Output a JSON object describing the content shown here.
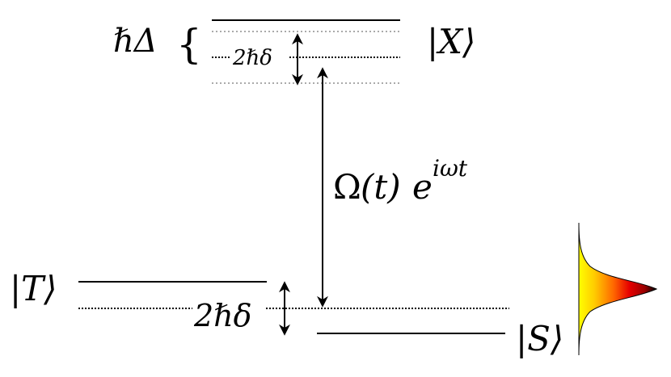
{
  "diagram": {
    "levels": {
      "excited": {
        "state": "X",
        "label": "|X⟩"
      },
      "triplet": {
        "state": "T",
        "label": "|T⟩"
      },
      "singlet": {
        "state": "S",
        "label": "|S⟩"
      }
    },
    "broadening_label": {
      "prefix": "ℏΔ",
      "brace": "{"
    },
    "splitting_upper": "2ℏδ",
    "splitting_lower": "2ℏδ",
    "drive": {
      "Omega": "Ω",
      "t_arg": "(t)",
      "e": "e",
      "exponent": "iωt"
    },
    "pulse": {
      "gradient_colors": [
        "#ffff00",
        "#ffcc00",
        "#ff6600",
        "#e60000",
        "#990000",
        "#000000"
      ],
      "outline_color": "#000000"
    }
  }
}
